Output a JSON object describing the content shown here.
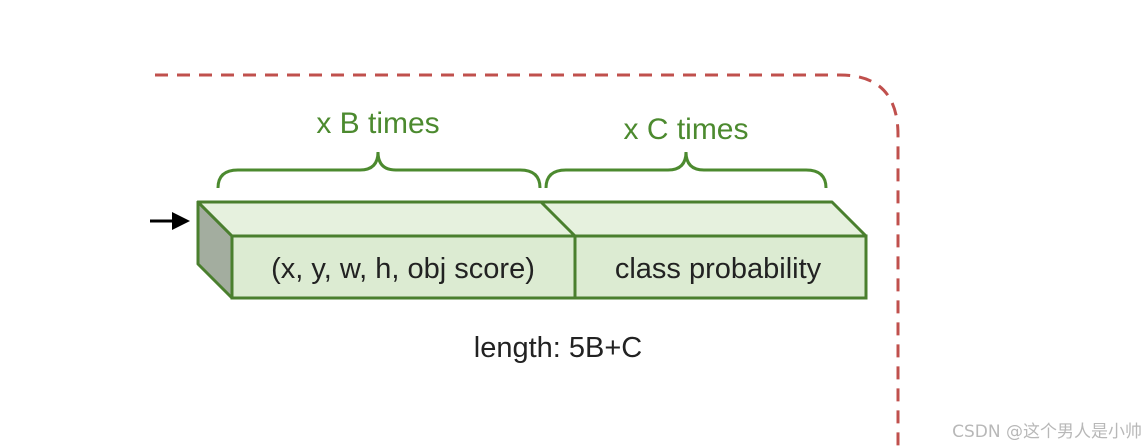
{
  "diagram": {
    "b_brace_label": "x B times",
    "c_brace_label": "x C times",
    "box_fields_label": "(x, y, w, h, obj score)",
    "box_class_label": "class probability",
    "length_label": "length: 5B+C"
  },
  "colors": {
    "box_fill": "#dcebd2",
    "box_top": "#e6f1de",
    "box_side": "#a3ad9f",
    "box_stroke": "#4a7f2e",
    "brace_and_label": "#4c8a2f",
    "dashed_border": "#c0504d",
    "arrow": "#000000"
  },
  "watermark": "CSDN @这个男人是小帅"
}
